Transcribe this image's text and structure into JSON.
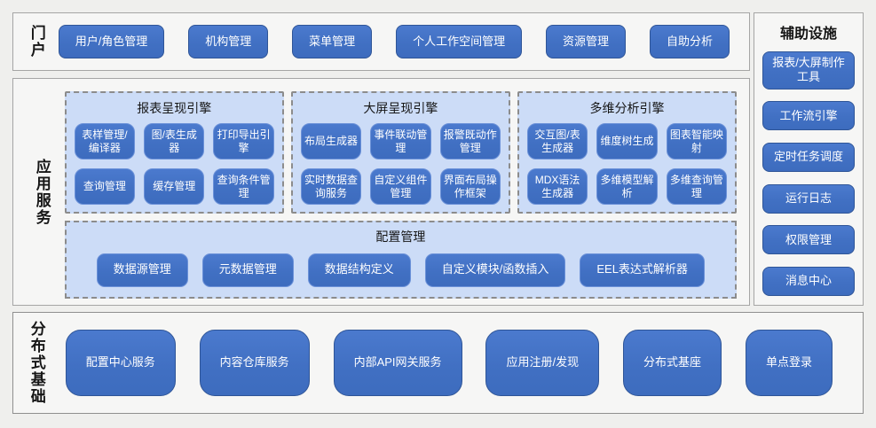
{
  "colors": {
    "button_blue": "#4472C4",
    "button_border_dark": "#2F5597",
    "group_light_blue": "#CCDCF7",
    "page_background": "#EFEFED",
    "section_background": "#F6F6F5",
    "section_border": "#A5A5A5",
    "dashed_border": "#8C8C8C",
    "text_dark": "#161616",
    "text_on_button": "#FFFFFF"
  },
  "portal": {
    "label": "门户",
    "buttons": [
      "用户/角色管理",
      "机构管理",
      "菜单管理",
      "个人工作空间管理",
      "资源管理",
      "自助分析"
    ]
  },
  "app_services": {
    "label": "应用服务",
    "engines": [
      {
        "title": "报表呈现引擎",
        "rows": [
          [
            "表样管理/编译器",
            "图/表生成器",
            "打印导出引擎"
          ],
          [
            "查询管理",
            "缓存管理",
            "查询条件管理"
          ]
        ]
      },
      {
        "title": "大屏呈现引擎",
        "rows": [
          [
            "布局生成器",
            "事件联动管理",
            "报警既动作管理"
          ],
          [
            "实时数据查询服务",
            "自定义组件管理",
            "界面布局操作框架"
          ]
        ]
      },
      {
        "title": "多维分析引擎",
        "rows": [
          [
            "交互图/表生成器",
            "维度树生成",
            "图表智能映射"
          ],
          [
            "MDX语法生成器",
            "多维模型解析",
            "多维查询管理"
          ]
        ]
      }
    ],
    "config": {
      "title": "配置管理",
      "buttons": [
        "数据源管理",
        "元数据管理",
        "数据结构定义",
        "自定义模块/函数插入",
        "EEL表达式解析器"
      ]
    }
  },
  "auxiliary": {
    "title": "辅助设施",
    "buttons": [
      "报表/大屏制作工具",
      "工作流引擎",
      "定时任务调度",
      "运行日志",
      "权限管理",
      "消息中心"
    ]
  },
  "distributed": {
    "label": "分布式基础",
    "buttons": [
      "配置中心服务",
      "内容仓库服务",
      "内部API网关服务",
      "应用注册/发现",
      "分布式基座",
      "单点登录"
    ]
  }
}
